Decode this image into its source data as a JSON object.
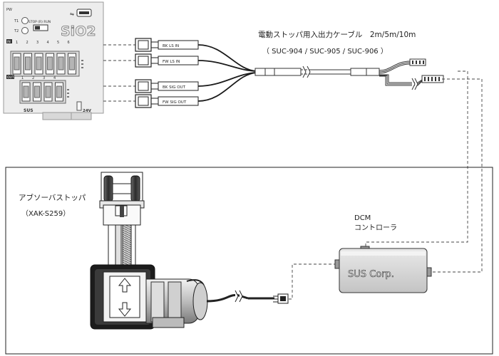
{
  "sio2": {
    "model": "SiO2",
    "pw": "PW",
    "t1": "T1",
    "t2": "T2",
    "mode": "STOP (R) RUN",
    "in_label": "IN",
    "out_label": "OUT",
    "in_numbers": [
      "1",
      "2",
      "3",
      "4",
      "5",
      "6"
    ],
    "out_numbers": [
      "1",
      "2",
      "3",
      "4"
    ],
    "brand": "SUS",
    "power": "24V"
  },
  "cable": {
    "title": "電動ストッパ用入出力ケーブル　2m/5m/10m",
    "models": "（ SUC-904 / SUC-905 / SUC-906 ）",
    "connectors": [
      "BK LS IN",
      "FW LS IN",
      "BK SIG OUT",
      "FW SIG OUT"
    ]
  },
  "stopper": {
    "name": "アブソーバストッパ",
    "model": "（XAK-S259）"
  },
  "controller": {
    "label_line1": "DCM",
    "label_line2": "コントローラ",
    "brand": "SUS Corp."
  }
}
